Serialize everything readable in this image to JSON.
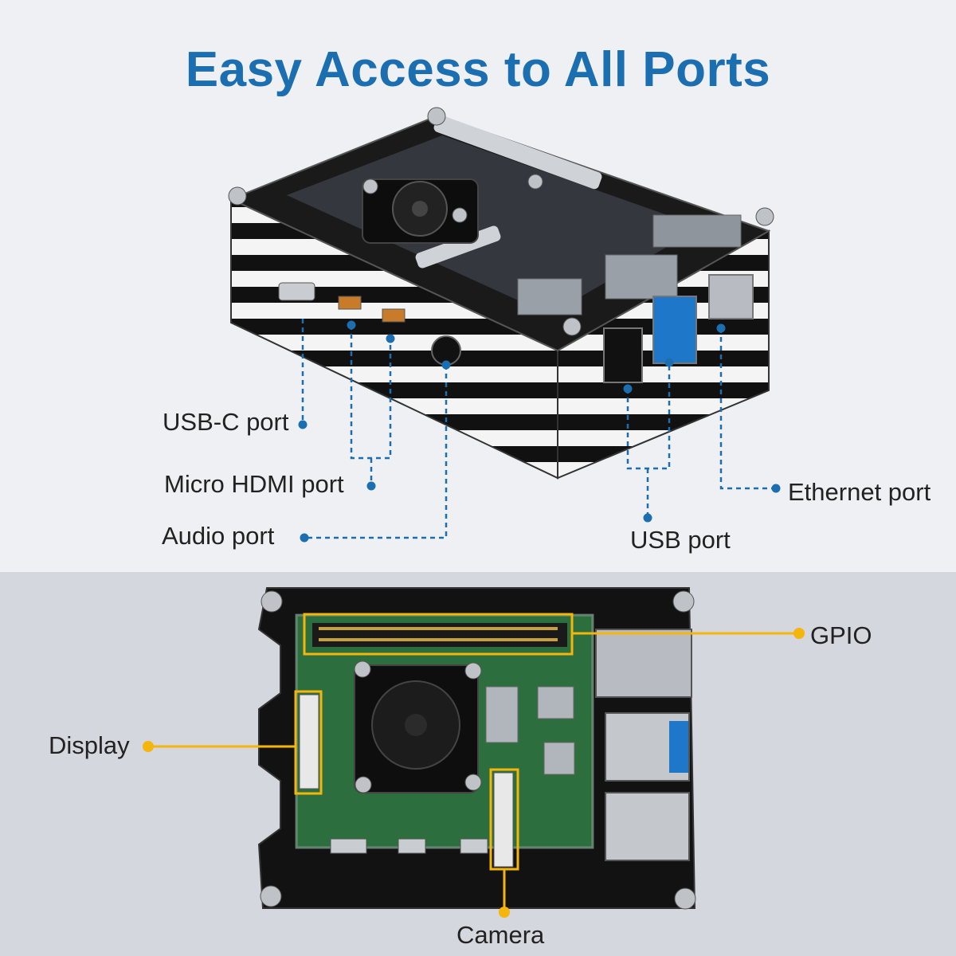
{
  "title": "Easy Access to All Ports",
  "labels": {
    "usb_c": "USB-C port",
    "micro_hdmi": "Micro HDMI port",
    "audio": "Audio port",
    "usb": "USB port",
    "ethernet": "Ethernet port",
    "gpio": "GPIO",
    "display": "Display",
    "camera": "Camera"
  },
  "colors": {
    "title": "#1b6eb0",
    "top_callout": "#1b6eb0",
    "bottom_callout": "#f5b50a",
    "top_background": "#eef0f4",
    "bottom_background": "#d5d7df"
  }
}
